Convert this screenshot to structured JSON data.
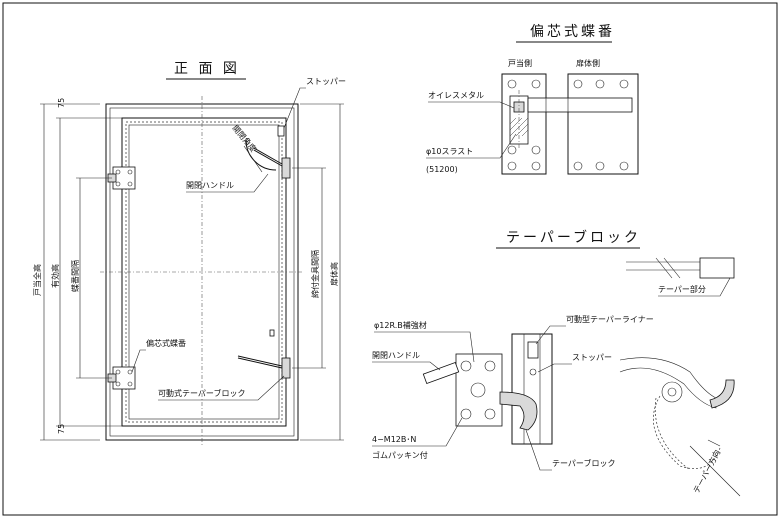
{
  "front_view": {
    "title": "正 面 図",
    "dim_75_top": "75",
    "dim_75_bottom": "75",
    "label_door_frame_height": "戸当全高",
    "label_effective_height": "有効高",
    "label_hinge_spacing": "蝶番間隔",
    "label_fastener_spacing": "締付金具間隔",
    "label_leaf_height": "扉体高",
    "callout_stopper": "ストッパー",
    "callout_open_angle": "開閉角度",
    "callout_handle": "開閉ハンドル",
    "callout_hinge": "偏芯式蝶番",
    "callout_taper_block": "可動式テーパーブロック"
  },
  "hinge_detail": {
    "title": "偏芯式蝶番",
    "label_frame_side": "戸当側",
    "label_leaf_side": "扉体側",
    "callout_oilless": "オイレスメタル",
    "callout_thrust": "φ10スラスト",
    "callout_thrust_code": "(51200)"
  },
  "taper_detail": {
    "title": "テーパーブロック",
    "callout_taper_part": "テーパー部分",
    "callout_reinforcement": "φ12R.B補強材",
    "callout_movable_liner": "可動型テーパーライナー",
    "callout_handle": "開閉ハンドル",
    "callout_stopper": "ストッパー",
    "callout_bolts": "4−M12B･N",
    "callout_packing": "ゴムパッキン付",
    "callout_taper_block": "テーパーブロック",
    "callout_taper_direction": "テーパー方向"
  }
}
